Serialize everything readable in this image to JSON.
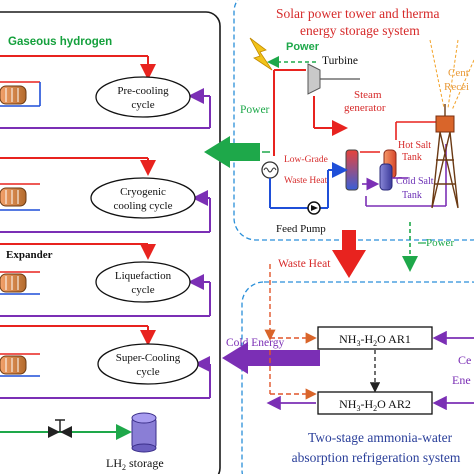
{
  "colors": {
    "red": "#e8231f",
    "blue": "#1f4fd8",
    "purple": "#7b2fb5",
    "green": "#1ea84a",
    "orange": "#d9652a",
    "dashed_blue": "#2a8fd9",
    "dashed_red": "#e0552a",
    "dark_red": "#c2282d"
  },
  "left_panel": {
    "gaseous_hydrogen": "Gaseous hydrogen",
    "expander": "Expander",
    "lh2_storage": "LH",
    "lh2_sub": "2",
    "lh2_suffix": " storage",
    "cycles": [
      {
        "line1": "Pre-cooling",
        "line2": "cycle"
      },
      {
        "line1": "Cryogenic",
        "line2": "cooling cycle"
      },
      {
        "line1": "Liquefaction",
        "line2": "cycle"
      },
      {
        "line1": "Super-Cooling",
        "line2": "cycle"
      }
    ]
  },
  "solar_system": {
    "title_line1": "Solar power tower and therma",
    "title_line2": "energy storage system",
    "power": "Power",
    "turbine": "Turbine",
    "steam_generator_l1": "Steam",
    "steam_generator_l2": "generator",
    "central_receiver_l1": "Cent",
    "central_receiver_l2": "Recei",
    "hot_salt_l1": "Hot Salt",
    "hot_salt_l2": "Tank",
    "cold_salt_l1": "Cold Salt",
    "cold_salt_l2": "Tank",
    "low_grade_l1": "Low-Grade",
    "low_grade_l2": "Waste Heat",
    "feed_pump": "Feed Pump"
  },
  "middle": {
    "power_left": "Power",
    "power_bottom": "Power",
    "waste_heat": "Waste Heat",
    "cold_energy": "Cold Energy"
  },
  "refrigeration": {
    "ar1_prefix": "NH",
    "ar1_sub": "3",
    "ar1_mid": "-H",
    "ar1_sub2": "2",
    "ar1_suffix": "O AR1",
    "ar2_prefix": "NH",
    "ar2_sub": "3",
    "ar2_mid": "-H",
    "ar2_sub2": "2",
    "ar2_suffix": "O AR2",
    "right_l1": "Ce",
    "right_l2": "Ene",
    "title_line1": "Two-stage ammonia-water",
    "title_line2": "absorption refrigeration system"
  }
}
